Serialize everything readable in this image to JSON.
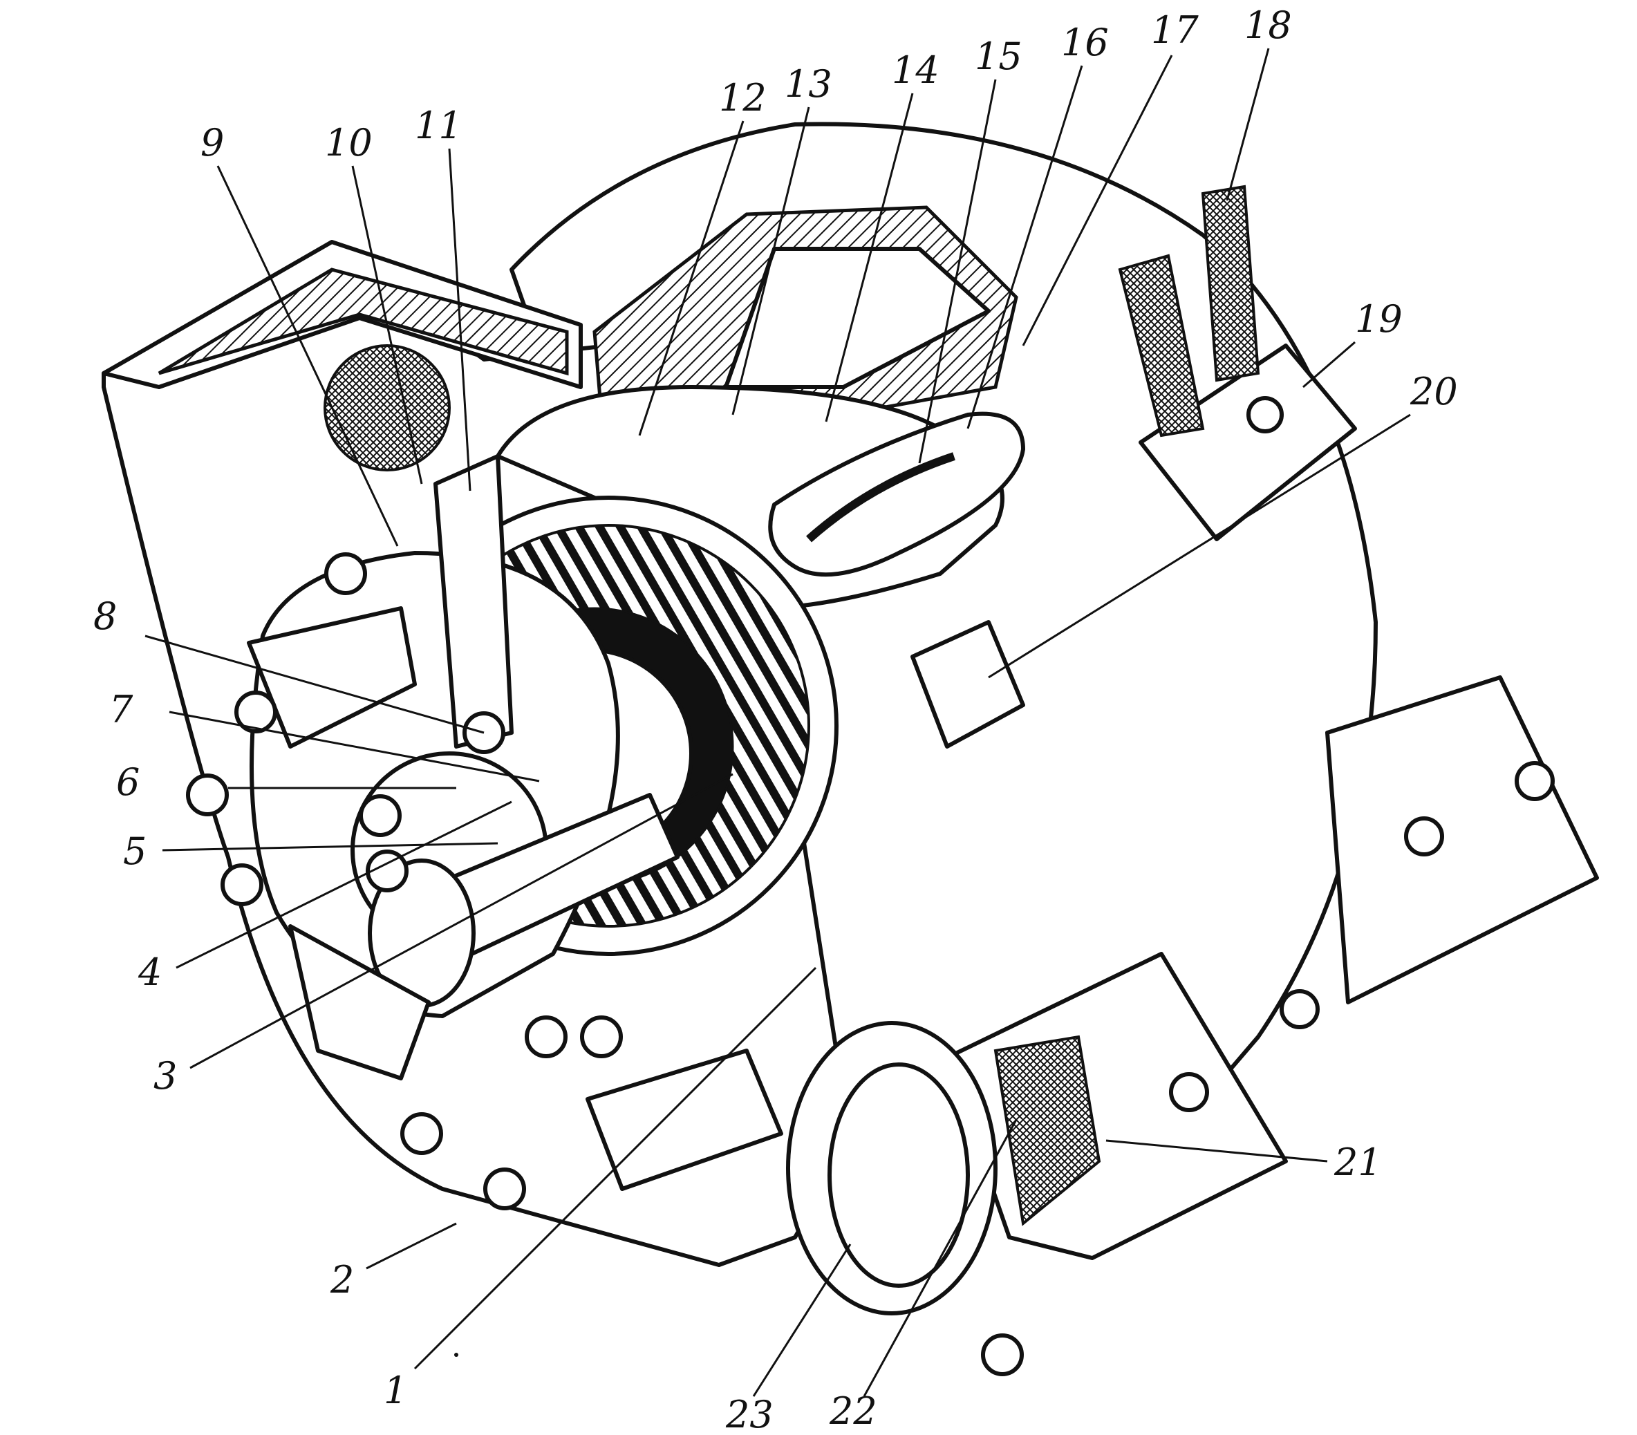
{
  "diagram": {
    "callouts": [
      {
        "id": "1",
        "text": "1"
      },
      {
        "id": "2",
        "text": "2"
      },
      {
        "id": "3",
        "text": "3"
      },
      {
        "id": "4",
        "text": "4"
      },
      {
        "id": "5",
        "text": "5"
      },
      {
        "id": "6",
        "text": "6"
      },
      {
        "id": "7",
        "text": "7"
      },
      {
        "id": "8",
        "text": "8"
      },
      {
        "id": "9",
        "text": "9"
      },
      {
        "id": "10",
        "text": "10"
      },
      {
        "id": "11",
        "text": "11"
      },
      {
        "id": "12",
        "text": "12"
      },
      {
        "id": "13",
        "text": "13"
      },
      {
        "id": "14",
        "text": "14"
      },
      {
        "id": "15",
        "text": "15"
      },
      {
        "id": "16",
        "text": "16"
      },
      {
        "id": "17",
        "text": "17"
      },
      {
        "id": "18",
        "text": "18"
      },
      {
        "id": "19",
        "text": "19"
      },
      {
        "id": "20",
        "text": "20"
      },
      {
        "id": "21",
        "text": "21"
      },
      {
        "id": "22",
        "text": "22"
      },
      {
        "id": "23",
        "text": "23"
      }
    ],
    "colors": {
      "ink": "#111111",
      "paper": "#ffffff"
    }
  }
}
